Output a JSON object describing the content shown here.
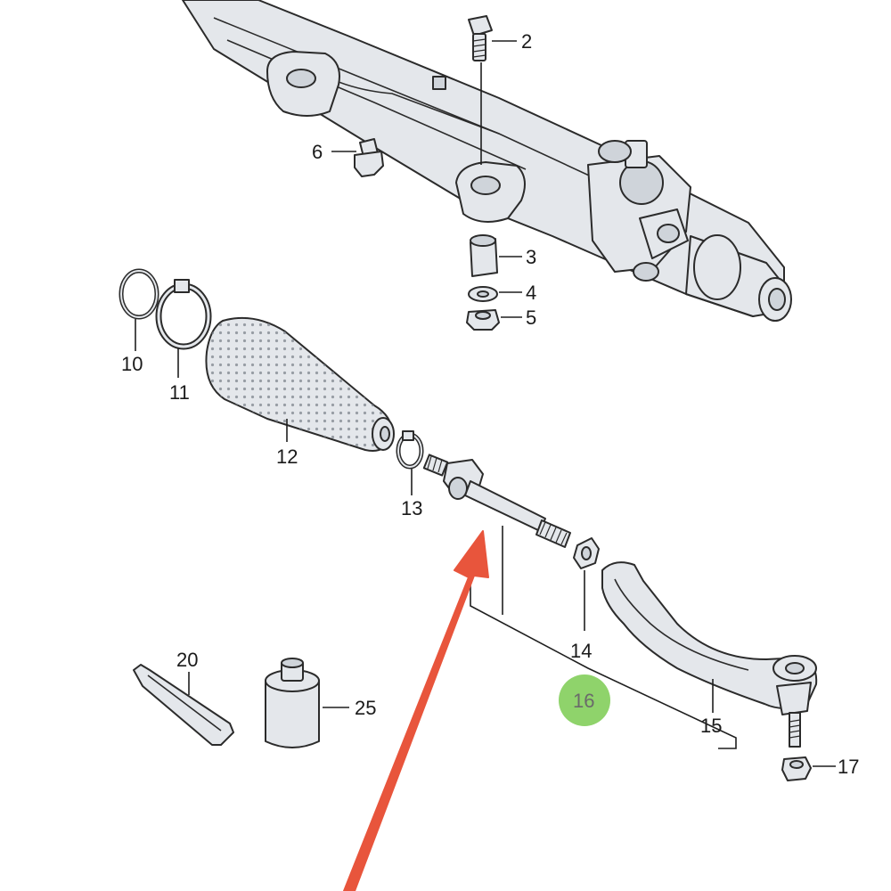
{
  "callouts": {
    "c2": "2",
    "c3": "3",
    "c4": "4",
    "c5": "5",
    "c6": "6",
    "c10": "10",
    "c11": "11",
    "c12": "12",
    "c13": "13",
    "c14": "14",
    "c15": "15",
    "c16": "16",
    "c17": "17",
    "c20": "20",
    "c25": "25"
  },
  "colors": {
    "highlight_circle": "#8fd36b",
    "pointer_arrow": "#e8553c"
  }
}
